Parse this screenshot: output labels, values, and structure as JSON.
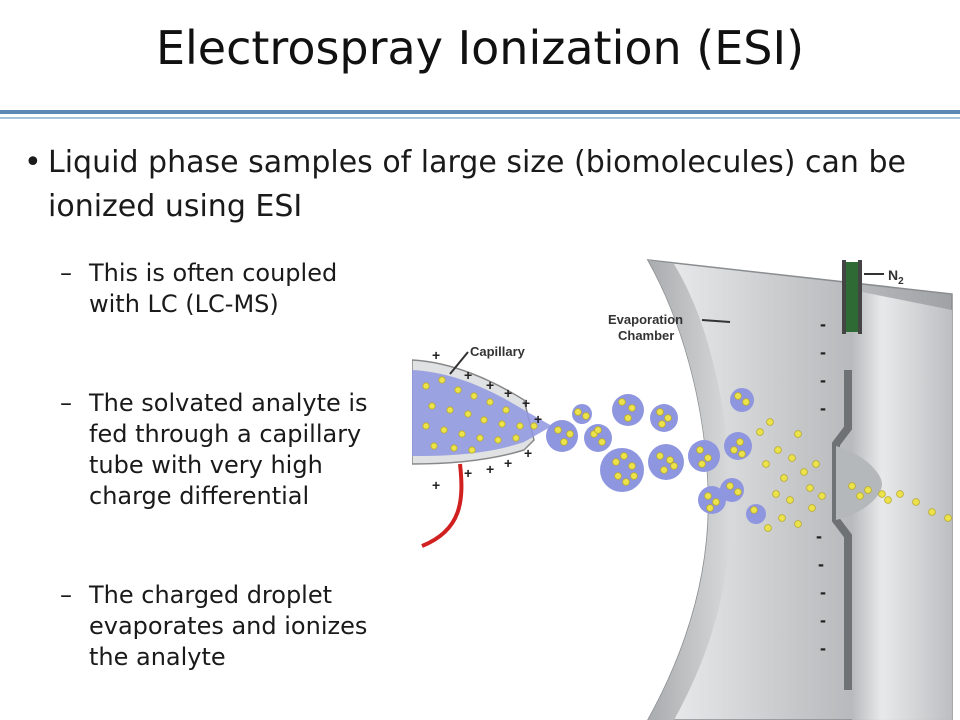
{
  "slide": {
    "title": "Electrospray Ionization (ESI)",
    "bullet_symbol": "•",
    "bullet": "Liquid phase samples of large size (biomolecules) can be ionized using ESI",
    "dash_symbol": "–",
    "sub_bullets": [
      "This is often coupled with LC (LC-MS)",
      "The solvated analyte is fed through a capillary tube with very high charge differential",
      "The charged droplet evaporates and ionizes the analyte"
    ]
  },
  "diagram": {
    "labels": {
      "n2": "N",
      "n2_sub": "2",
      "evap_line1": "Evaporation",
      "evap_line2": "Chamber",
      "capillary": "Capillary"
    },
    "colors": {
      "droplet": "#8f96e0",
      "particle": "#ece34a",
      "wire": "#d02020",
      "chamber": "#c9cbcd"
    }
  }
}
